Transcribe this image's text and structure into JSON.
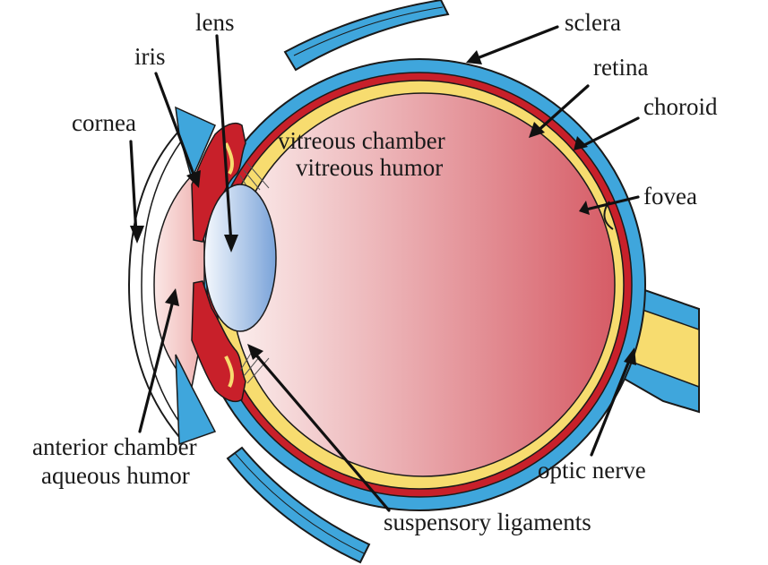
{
  "labels": {
    "lens": "lens",
    "iris": "iris",
    "cornea": "cornea",
    "sclera": "sclera",
    "retina": "retina",
    "choroid": "choroid",
    "fovea": "fovea",
    "vitreous_chamber": "vitreous chamber",
    "vitreous_humor": "vitreous humor",
    "anterior_chamber": "anterior chamber",
    "aqueous_humor": "aqueous humor",
    "optic_nerve": "optic nerve",
    "suspensory_ligaments": "suspensory ligaments"
  },
  "colors": {
    "sclera": "#3fa6dc",
    "choroid": "#c8202a",
    "retina": "#f7dc6f",
    "vitreous_light": "#fbecea",
    "vitreous_dark": "#d9616a",
    "lens_light": "#f2f7fd",
    "lens_dark": "#7fa8dc",
    "anterior_chamber": "#f4c9c6",
    "outline": "#1a1a1a"
  }
}
